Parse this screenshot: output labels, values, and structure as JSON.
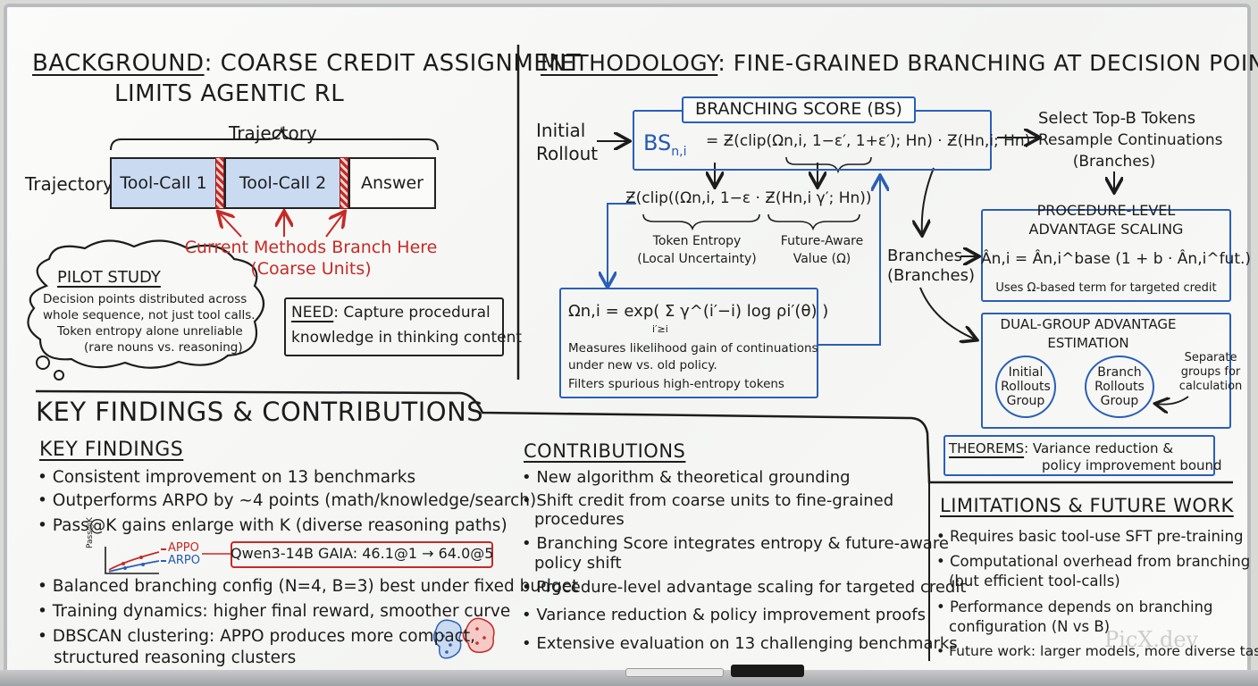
{
  "background": {
    "heading_word": "BACKGROUND",
    "heading_rest": ": COARSE CREDIT ASSIGNMENT",
    "heading_line2": "LIMITS AGENTIC RL",
    "trajectory_brace_label": "Trajectory",
    "trajectory_row_label": "Trajectory",
    "segments": [
      "Tool-Call 1",
      "Tool-Call 2",
      "Answer"
    ],
    "branch_note_line1": "Current Methods Branch Here",
    "branch_note_line2": "(Coarse Units)",
    "pilot_title": "PILOT STUDY",
    "pilot_lines": [
      "Decision points distributed across",
      "whole sequence, not just tool calls.",
      "Token entropy alone unreliable",
      "(rare nouns vs. reasoning)"
    ],
    "need_word": "NEED",
    "need_rest": ": Capture procedural",
    "need_line2": "knowledge in thinking content"
  },
  "methodology": {
    "heading_word": "METHODOLOGY",
    "heading_rest": ": FINE-GRAINED BRANCHING AT DECISION POINTS",
    "initial_rollout": [
      "Initial",
      "Rollout"
    ],
    "bs_title": "BRANCHING SCORE (BS)",
    "bs_lhs": "BS",
    "bs_sub": "n,i",
    "bs_rhs": "= Ƶ(clip(Ωn,i, 1−ε′, 1+ε′); Hn) · Ƶ(Hn,i; Hn)",
    "sub_formula": "Ƶ(clip((Ωn,i, 1−ε · Ƶ(Hn,i γ′; Hn))",
    "token_entropy": [
      "Token Entropy",
      "(Local Uncertainty)"
    ],
    "future_aware": [
      "Future-Aware",
      "Value (Ω)"
    ],
    "omega_formula": "Ωn,i = exp( Σ γ^(i′−i) log ρi′(θ) )",
    "omega_sum_index": "i′≥i",
    "omega_lines": [
      "Measures likelihood gain of continuations",
      "under new vs. old policy.",
      "Filters spurious high-entropy tokens"
    ],
    "select_lines": [
      "Select Top-B Tokens",
      "Resample Continuations",
      "(Branches)"
    ],
    "branches": [
      "Branches",
      "(Branches)"
    ],
    "pl_title": [
      "PROCEDURE-LEVEL",
      "ADVANTAGE SCALING"
    ],
    "pl_formula": "Ân,i = Ân,i^base (1 + b · Ân,i^fut.)",
    "pl_note": "Uses Ω-based term for targeted credit",
    "dg_title": [
      "DUAL-GROUP ADVANTAGE",
      "ESTIMATION"
    ],
    "dg_groups": [
      [
        "Initial",
        "Rollouts",
        "Group"
      ],
      [
        "Branch",
        "Rollouts",
        "Group"
      ]
    ],
    "dg_note": [
      "Separate",
      "groups for",
      "calculation"
    ],
    "theorems_word": "THEOREMS",
    "theorems_rest": ": Variance reduction &",
    "theorems_line2": "policy improvement bound"
  },
  "findings": {
    "section_heading": "KEY FINDINGS & CONTRIBUTIONS",
    "subheading": "KEY FINDINGS",
    "items_top": [
      "Consistent improvement on 13 benchmarks",
      "Outperforms ARPO by ~4 points (math/knowledge/search)",
      "Pass@K gains enlarge with K (diverse reasoning paths)"
    ],
    "mini_chart_ylabel": "Pass@K",
    "legend": [
      "APPO",
      "ARPO"
    ],
    "qwen_callout": "Qwen3-14B GAIA: 46.1@1 → 64.0@5",
    "items_bottom": [
      "Balanced branching config (N=4, B=3) best under fixed budget",
      "Training dynamics: higher final reward, smoother curve",
      "DBSCAN clustering: APPO produces more compact,",
      "structured reasoning clusters"
    ]
  },
  "contributions": {
    "subheading": "CONTRIBUTIONS",
    "items": [
      [
        "New algorithm & theoretical grounding"
      ],
      [
        "Shift credit from coarse units to fine-grained",
        "procedures"
      ],
      [
        "Branching Score integrates entropy & future-aware",
        "policy shift"
      ],
      [
        "Procedure-level advantage scaling for targeted credit"
      ],
      [
        "Variance reduction & policy improvement proofs"
      ],
      [
        "Extensive evaluation on 13 challenging benchmarks"
      ]
    ]
  },
  "limitations": {
    "subheading": "LIMITATIONS & FUTURE WORK",
    "items": [
      [
        "Requires basic tool-use SFT pre-training"
      ],
      [
        "Computational overhead from branching",
        "(but efficient tool-calls)"
      ],
      [
        "Performance depends on branching",
        "configuration (N vs B)"
      ],
      [
        "Future work: larger models, more diverse tasks"
      ]
    ]
  },
  "watermark": "PicX.dev",
  "colors": {
    "blue": "#2a5fb8",
    "red": "#c62a26",
    "ink": "#1c1c1c",
    "cell_fill": "#c9daf1"
  }
}
